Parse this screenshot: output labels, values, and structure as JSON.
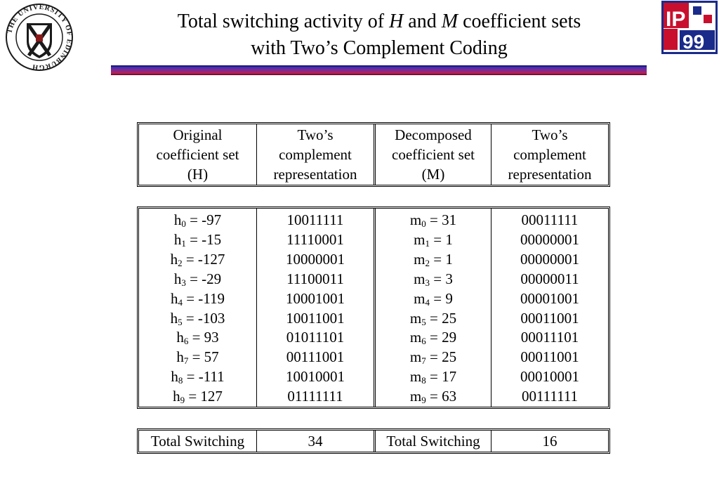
{
  "title": {
    "line1_prefix": "Total switching activity of ",
    "var1": "H",
    "line1_mid": " and ",
    "var2": "M",
    "line1_suffix": " coefficient sets",
    "line2": "with Two’s Complement Coding"
  },
  "logos": {
    "university_text": "THE UNIVERSITY OF EDINBURGH",
    "ip_text_top": "IP",
    "ip_text_bottom": "99"
  },
  "header": [
    [
      "Original",
      "coefficient set",
      "(H)"
    ],
    [
      "Two’s",
      "complement",
      "representation"
    ],
    [
      "Decomposed",
      "coefficient set",
      "(M)"
    ],
    [
      "Two’s",
      "complement",
      "representation"
    ]
  ],
  "rows": [
    {
      "h_var": "h",
      "h_idx": "0",
      "h_val": " = -97",
      "h_bin": "10011111",
      "m_var": "m",
      "m_idx": "0",
      "m_val": " = 31",
      "m_bin": "00011111"
    },
    {
      "h_var": "h",
      "h_idx": "1",
      "h_val": " = -15",
      "h_bin": "11110001",
      "m_var": "m",
      "m_idx": "1",
      "m_val": " = 1",
      "m_bin": "00000001"
    },
    {
      "h_var": "h",
      "h_idx": "2",
      "h_val": " = -127",
      "h_bin": "10000001",
      "m_var": "m",
      "m_idx": "2",
      "m_val": " = 1",
      "m_bin": "00000001"
    },
    {
      "h_var": "h",
      "h_idx": "3",
      "h_val": " = -29",
      "h_bin": "11100011",
      "m_var": "m",
      "m_idx": "3",
      "m_val": " = 3",
      "m_bin": "00000011"
    },
    {
      "h_var": "h",
      "h_idx": "4",
      "h_val": " = -119",
      "h_bin": "10001001",
      "m_var": "m",
      "m_idx": "4",
      "m_val": " = 9",
      "m_bin": "00001001"
    },
    {
      "h_var": "h",
      "h_idx": "5",
      "h_val": " = -103",
      "h_bin": "10011001",
      "m_var": "m",
      "m_idx": "5",
      "m_val": " = 25",
      "m_bin": "00011001"
    },
    {
      "h_var": "h",
      "h_idx": "6",
      "h_val": " = 93",
      "h_bin": "01011101",
      "m_var": "m",
      "m_idx": "6",
      "m_val": " = 29",
      "m_bin": "00011101"
    },
    {
      "h_var": "h",
      "h_idx": "7",
      "h_val": " = 57",
      "h_bin": "00111001",
      "m_var": "m",
      "m_idx": "7",
      "m_val": " = 25",
      "m_bin": "00011001"
    },
    {
      "h_var": "h",
      "h_idx": "8",
      "h_val": " = -111",
      "h_bin": "10010001",
      "m_var": "m",
      "m_idx": "8",
      "m_val": " = 17",
      "m_bin": "00010001"
    },
    {
      "h_var": "h",
      "h_idx": "9",
      "h_val": " = 127",
      "h_bin": "01111111",
      "m_var": "m",
      "m_idx": "9",
      "m_val": " = 63",
      "m_bin": "00111111"
    }
  ],
  "footer": {
    "label_h": "Total Switching",
    "value_h": "34",
    "label_m": "Total Switching",
    "value_m": "16"
  },
  "colors": {
    "bar_top": "#3a2fb0",
    "bar_bottom": "#c01f4a",
    "logo_red": "#c8102e",
    "logo_blue": "#1a2a8a"
  }
}
